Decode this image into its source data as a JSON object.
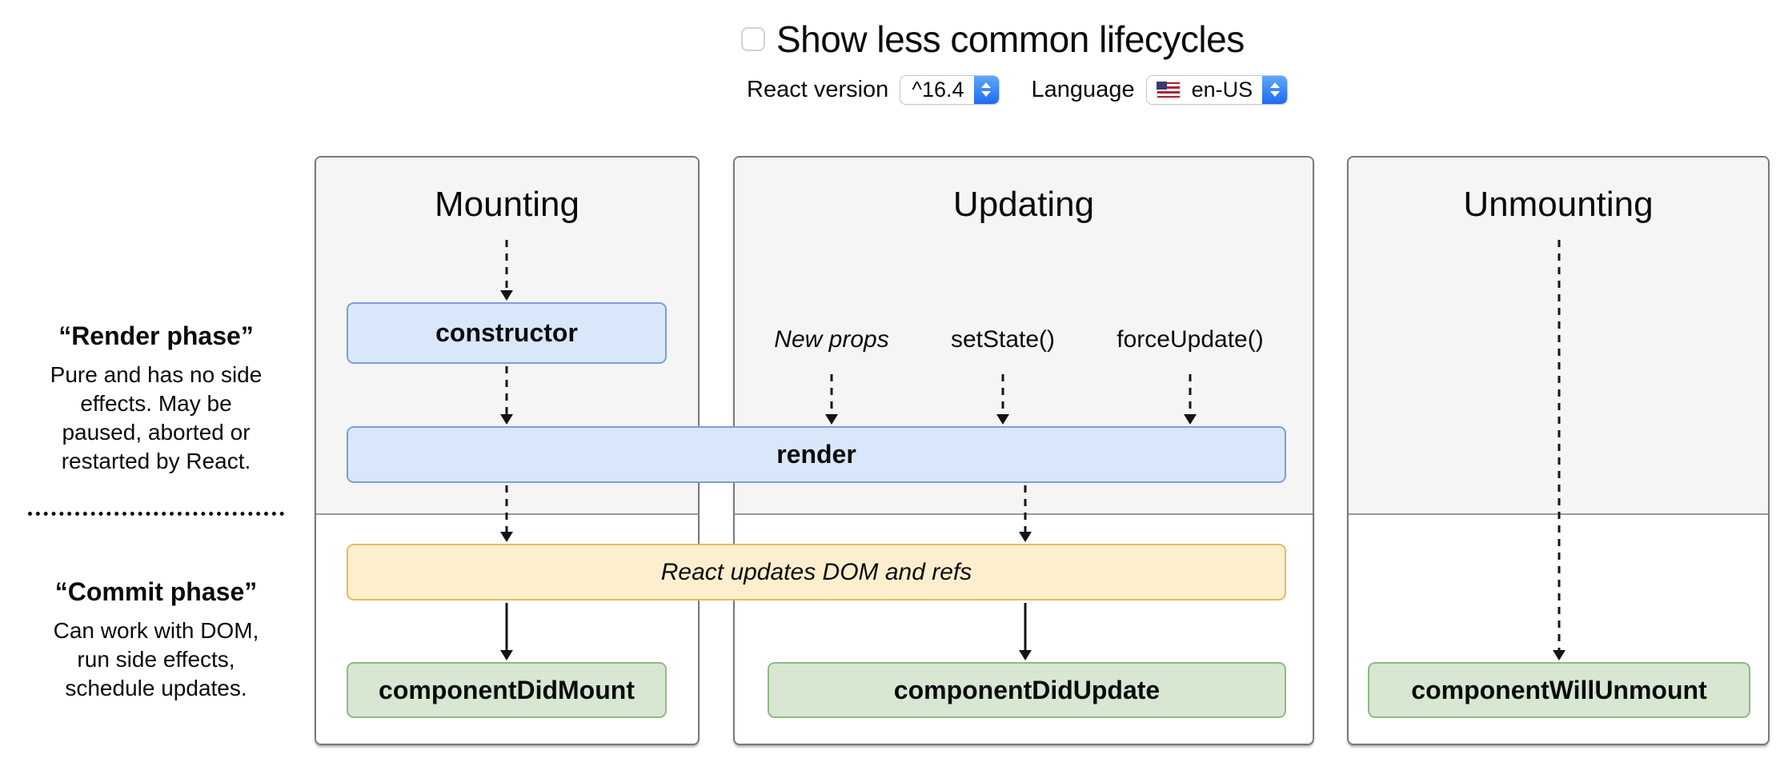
{
  "header": {
    "toggle_label": "Show less common lifecycles",
    "toggle_checked": false,
    "react_version": {
      "label": "React version",
      "value": "^16.4"
    },
    "language": {
      "label": "Language",
      "value": "en-US",
      "flag": "us-flag"
    }
  },
  "phases": {
    "render": {
      "title": "“Render phase”",
      "description": "Pure and has no side\neffects. May be\npaused, aborted or\nrestarted by React."
    },
    "commit": {
      "title": "“Commit phase”",
      "description": "Can work with DOM,\nrun side effects,\nschedule updates."
    }
  },
  "columns": {
    "mounting": {
      "title": "Mounting"
    },
    "updating": {
      "title": "Updating",
      "triggers": [
        "New props",
        "setState()",
        "forceUpdate()"
      ]
    },
    "unmounting": {
      "title": "Unmounting"
    }
  },
  "nodes": {
    "constructor": "constructor",
    "render": "render",
    "react_updates_dom": "React updates DOM and refs",
    "componentDidMount": "componentDidMount",
    "componentDidUpdate": "componentDidUpdate",
    "componentWillUnmount": "componentWillUnmount"
  },
  "colors": {
    "render_phase_bg": "#f5f5f5",
    "panel_border": "#7a7a7a",
    "blue_fill": "#d9e7fa",
    "blue_border": "#7d9fd6",
    "yellow_fill": "#fdefce",
    "yellow_border": "#e3bb62",
    "green_fill": "#d7e7d2",
    "green_border": "#8fba88",
    "select_accent": "#2e7bf6",
    "arrow": "#141414"
  }
}
